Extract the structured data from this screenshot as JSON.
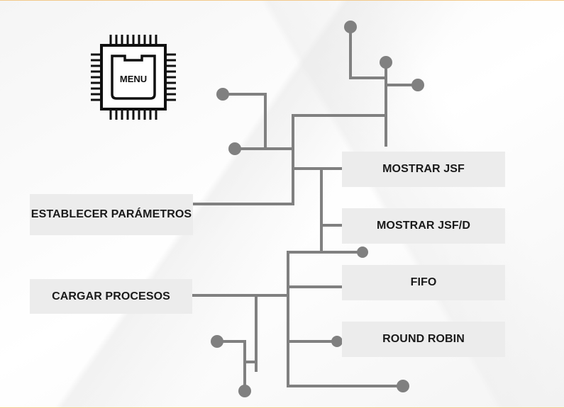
{
  "menu": {
    "icon": "cpu-chip-icon",
    "label": "MENU"
  },
  "left_actions": {
    "establecer_label": "ESTABLECER PARÁMETROS",
    "cargar_label": "CARGAR PROCESOS"
  },
  "right_actions": {
    "mostrar_jsf_label": "MOSTRAR JSF",
    "mostrar_jsfd_label": "MOSTRAR JSF/D",
    "fifo_label": "FIFO",
    "round_robin_label": "ROUND ROBIN"
  },
  "colors": {
    "connector": "#808080",
    "button_bg": "#ececec",
    "text": "#1a1a1a"
  }
}
